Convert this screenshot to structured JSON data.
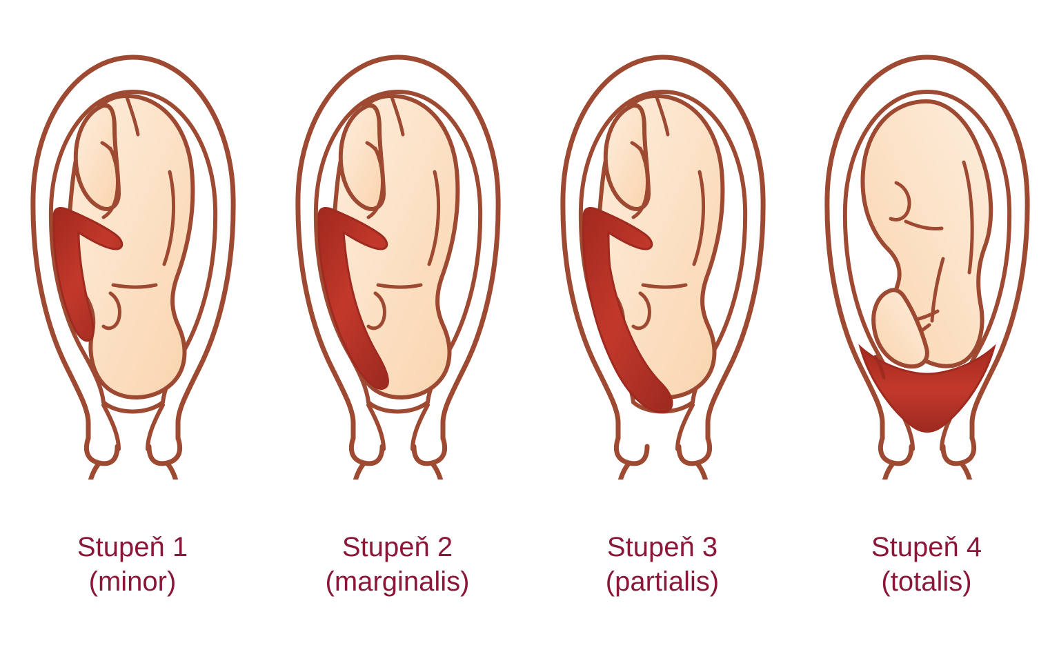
{
  "figure": {
    "title_visible": false,
    "subject": "placenta previa degrees",
    "language": "cs",
    "background_color": "#ffffff"
  },
  "colors": {
    "outline": "#9E4A32",
    "fetus_fill_light": "#FDEBD7",
    "fetus_fill": "#FBD9B8",
    "placenta_red": "#BE3328",
    "placenta_red_dark": "#9E2A20",
    "placenta_red_light": "#C94A38",
    "caption_text": "#8C1638"
  },
  "panels": [
    {
      "id": "stupen-1",
      "degree": 1,
      "label_line1": "Stupeň 1",
      "label_line2": "(minor)",
      "latin_term": "minor",
      "placenta_variant": "minor",
      "fetus_orientation": "vertex-facing-left",
      "placenta_side": "left",
      "placenta_covers_os": false
    },
    {
      "id": "stupen-2",
      "degree": 2,
      "label_line1": "Stupeň 2",
      "label_line2": "(marginalis)",
      "latin_term": "marginalis",
      "placenta_variant": "marginalis",
      "fetus_orientation": "vertex-facing-left",
      "placenta_side": "left",
      "placenta_covers_os": false
    },
    {
      "id": "stupen-3",
      "degree": 3,
      "label_line1": "Stupeň 3",
      "label_line2": "(partialis)",
      "latin_term": "partialis",
      "placenta_variant": "partialis",
      "fetus_orientation": "vertex-facing-left",
      "placenta_side": "left",
      "placenta_covers_os": true
    },
    {
      "id": "stupen-4",
      "degree": 4,
      "label_line1": "Stupeň 4",
      "label_line2": "(totalis)",
      "latin_term": "totalis",
      "placenta_variant": "totalis",
      "fetus_orientation": "vertex-facing-right",
      "placenta_side": "bottom",
      "placenta_covers_os": true
    }
  ]
}
